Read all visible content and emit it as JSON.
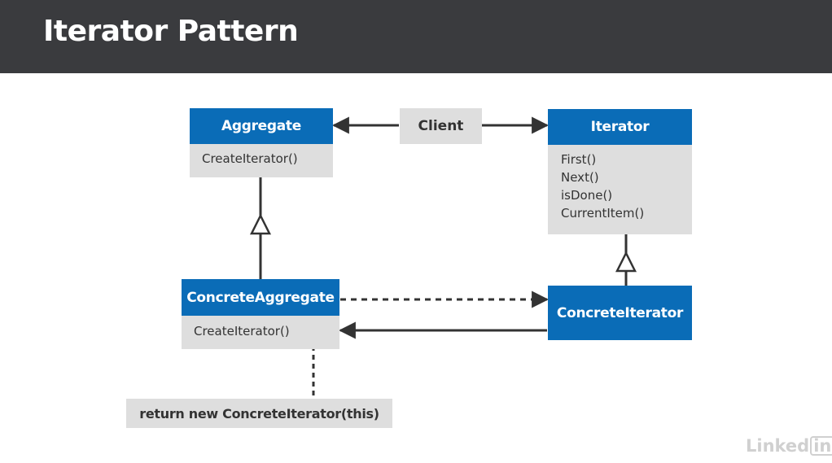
{
  "header": {
    "title": "Iterator Pattern"
  },
  "diagram": {
    "aggregate": {
      "name": "Aggregate",
      "methods": [
        "CreateIterator()"
      ]
    },
    "client": {
      "name": "Client"
    },
    "iterator": {
      "name": "Iterator",
      "methods": [
        "First()",
        "Next()",
        "isDone()",
        "CurrentItem()"
      ]
    },
    "concrete_aggregate": {
      "name": "ConcreteAggregate",
      "methods": [
        "CreateIterator()"
      ]
    },
    "concrete_iterator": {
      "name": "ConcreteIterator"
    },
    "note": {
      "text": "return new ConcreteIterator(this)"
    }
  },
  "watermark": {
    "brand": "Linked",
    "brand_suffix": "in"
  },
  "colors": {
    "header_bg": "#3a3b3e",
    "class_header": "#0a6cb7",
    "class_body": "#dedede",
    "line": "#333333"
  }
}
